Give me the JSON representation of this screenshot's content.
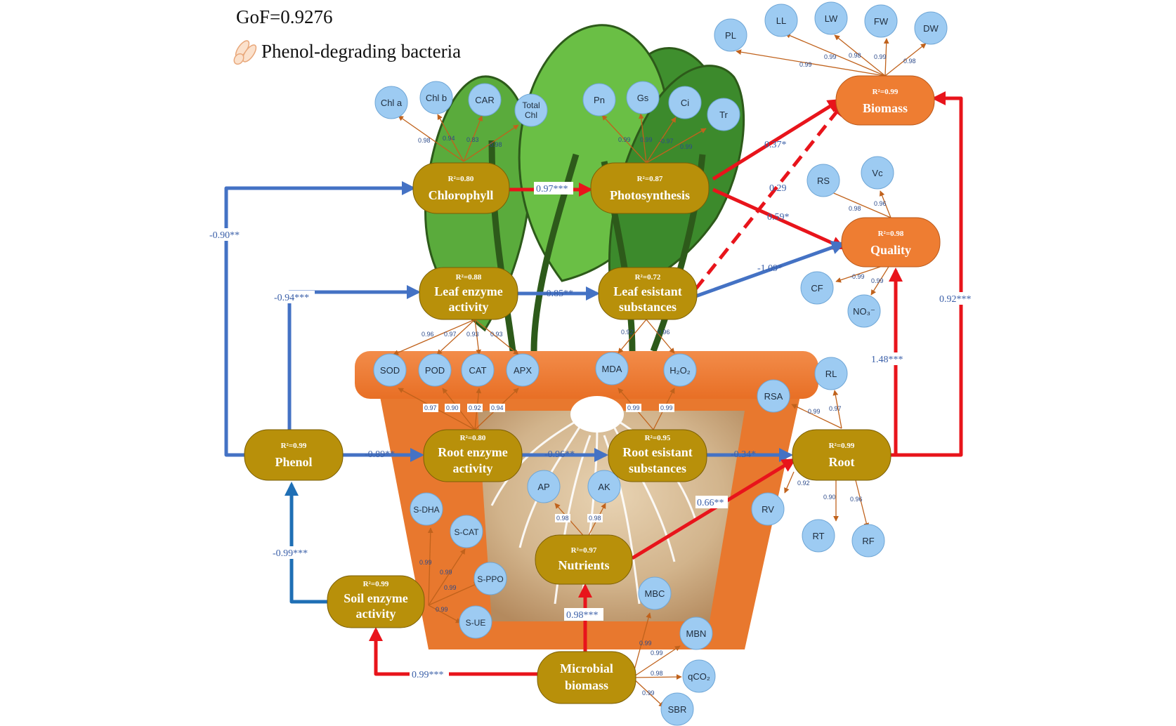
{
  "header": {
    "gof": "GoF=0.9276",
    "legend_label": "Phenol-degrading bacteria"
  },
  "colors": {
    "latent_gold": "#b8900a",
    "latent_orange": "#ee7d32",
    "indicator_fill": "#9dcbf2",
    "positive_path": "#e8141b",
    "negative_path": "#4472c4",
    "loading_line": "#c0621c"
  },
  "latent": {
    "chlorophyll": {
      "r2": "R²=0.80",
      "name": "Chlorophyll"
    },
    "photosynthesis": {
      "r2": "R²=0.87",
      "name": "Photosynthesis"
    },
    "biomass": {
      "r2": "R²=0.99",
      "name": "Biomass"
    },
    "quality": {
      "r2": "R²=0.98",
      "name": "Quality"
    },
    "leaf_enzyme": {
      "r2": "R²=0.88",
      "name1": "Leaf enzyme",
      "name2": "activity"
    },
    "leaf_resistant": {
      "r2": "R²=0.72",
      "name1": "Leaf esistant",
      "name2": "substances"
    },
    "phenol": {
      "r2": "R²=0.99",
      "name": "Phenol"
    },
    "root_enzyme": {
      "r2": "R²=0.80",
      "name1": "Root enzyme",
      "name2": "activity"
    },
    "root_resistant": {
      "r2": "R²=0.95",
      "name1": "Root esistant",
      "name2": "substances"
    },
    "root": {
      "r2": "R²=0.99",
      "name": "Root"
    },
    "nutrients": {
      "r2": "R²=0.97",
      "name": "Nutrients"
    },
    "soil_enzyme": {
      "r2": "R²=0.99",
      "name1": "Soil enzyme",
      "name2": "activity"
    },
    "microbial": {
      "name1": "Microbial",
      "name2": "biomass"
    }
  },
  "indicators": {
    "chl_a": "Chl a",
    "chl_b": "Chl b",
    "car": "CAR",
    "total_chl_1": "Total",
    "total_chl_2": "Chl",
    "pn": "Pn",
    "gs": "Gs",
    "ci": "Ci",
    "tr": "Tr",
    "pl": "PL",
    "ll": "LL",
    "lw": "LW",
    "fw": "FW",
    "dw": "DW",
    "rs": "RS",
    "vc": "Vc",
    "cf": "CF",
    "no3": "NO₃⁻",
    "sod": "SOD",
    "pod": "POD",
    "cat": "CAT",
    "apx": "APX",
    "mda": "MDA",
    "h2o2": "H₂O₂",
    "rl": "RL",
    "rsa": "RSA",
    "rv": "RV",
    "rt": "RT",
    "rf": "RF",
    "ap": "AP",
    "ak": "AK",
    "s_dha": "S-DHA",
    "s_cat": "S-CAT",
    "s_ppo": "S-PPO",
    "s_ue": "S-UE",
    "mbc": "MBC",
    "mbn": "MBN",
    "qco2": "qCO₂",
    "sbr": "SBR"
  },
  "loadings": {
    "chl_a": "0.98",
    "chl_b": "0.94",
    "car": "0.83",
    "total_chl": "0.98",
    "pn": "0.99",
    "gs": "0.99",
    "ci": "-0.97",
    "tr": "0.99",
    "pl": "0.99",
    "ll": "0.99",
    "lw": "0.98",
    "fw": "0.99",
    "dw": "0.98",
    "rs": "0.98",
    "vc": "0.96",
    "cf": "-0.99",
    "no3": "0.99",
    "leaf_sod": "0.96",
    "leaf_pod": "0.97",
    "leaf_cat": "0.93",
    "leaf_apx": "0.93",
    "leaf_mda": "0.92",
    "leaf_h2o2": "0.96",
    "root_sod": "0.97",
    "root_pod": "0.90",
    "root_cat": "0.92",
    "root_apx": "0.94",
    "root_mda": "0.99",
    "root_h2o2": "0.99",
    "rsa": "0.99",
    "rl": "0.97",
    "rv": "0.92",
    "rt": "0.90",
    "rf": "0.96",
    "ap": "0.98",
    "ak": "0.98",
    "s_dha": "0.99",
    "s_cat": "0.99",
    "s_ppo": "0.99",
    "s_ue": "0.99",
    "mbc": "0.99",
    "mbn": "0.99",
    "qco2": "0.98",
    "sbr": "0.99"
  },
  "paths": {
    "chl_photo": "0.97***",
    "photo_biomass": "0.37*",
    "leafres_biomass": "0.29",
    "photo_quality": "0.59*",
    "leafres_quality": "-1.09*",
    "leafenz_leafres": "-0.85**",
    "phenol_chl": "-0.90**",
    "phenol_leafenz": "-0.94***",
    "phenol_rootenz": "-0.89**",
    "rootenz_rootres": "-0.96**",
    "rootres_root": "-0.34*",
    "nutr_root": "0.66**",
    "root_quality": "1.48***",
    "root_biomass": "0.92***",
    "soil_phenol": "-0.99***",
    "micro_nutr": "0.98***",
    "micro_soil": "0.99***"
  }
}
